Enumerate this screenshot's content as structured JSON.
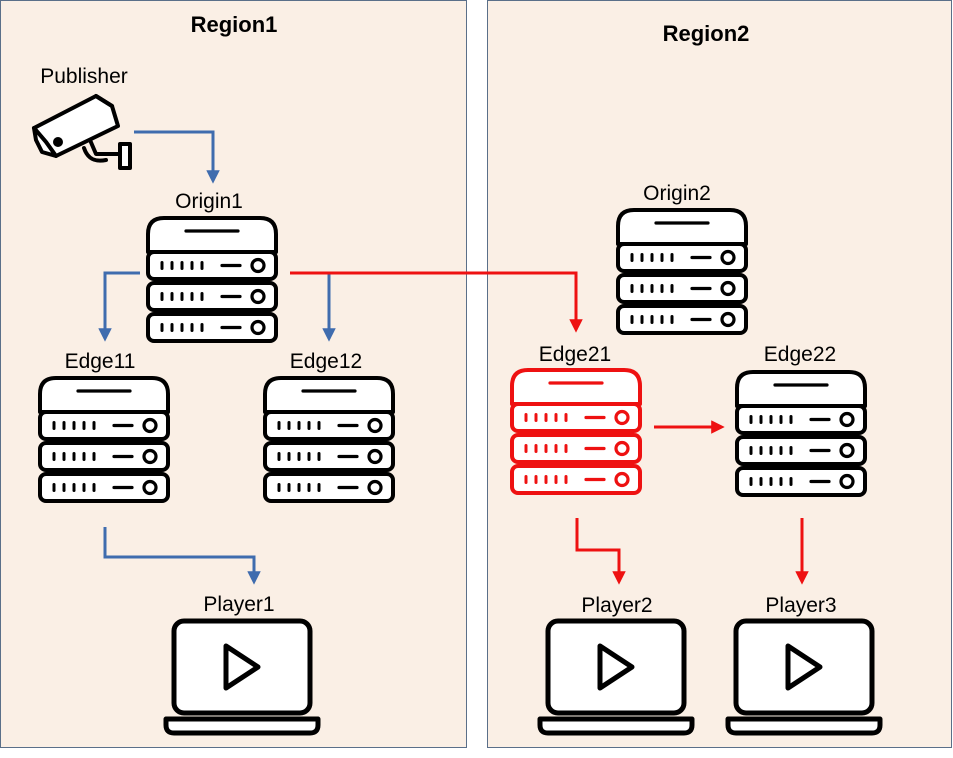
{
  "regions": [
    {
      "id": "region1",
      "title": "Region1"
    },
    {
      "id": "region2",
      "title": "Region2"
    }
  ],
  "nodes": {
    "publisher": {
      "label": "Publisher",
      "icon": "security-camera-icon"
    },
    "origin1": {
      "label": "Origin1",
      "icon": "server-icon"
    },
    "edge11": {
      "label": "Edge11",
      "icon": "server-icon"
    },
    "edge12": {
      "label": "Edge12",
      "icon": "server-icon"
    },
    "player1": {
      "label": "Player1",
      "icon": "laptop-play-icon"
    },
    "origin2": {
      "label": "Origin2",
      "icon": "server-icon"
    },
    "edge21": {
      "label": "Edge21",
      "icon": "server-icon",
      "highlighted": true
    },
    "edge22": {
      "label": "Edge22",
      "icon": "server-icon"
    },
    "player2": {
      "label": "Player2",
      "icon": "laptop-play-icon"
    },
    "player3": {
      "label": "Player3",
      "icon": "laptop-play-icon"
    }
  },
  "edges": [
    {
      "from": "publisher",
      "to": "origin1",
      "color": "#3f6cae"
    },
    {
      "from": "origin1",
      "to": "edge11",
      "color": "#3f6cae"
    },
    {
      "from": "origin1",
      "to": "edge12",
      "color": "#3f6cae"
    },
    {
      "from": "edge11",
      "to": "player1",
      "color": "#3f6cae"
    },
    {
      "from": "origin1",
      "to": "edge21",
      "color": "#ee1111"
    },
    {
      "from": "edge21",
      "to": "edge22",
      "color": "#ee1111"
    },
    {
      "from": "edge21",
      "to": "player2",
      "color": "#ee1111"
    },
    {
      "from": "edge22",
      "to": "player3",
      "color": "#ee1111"
    }
  ],
  "colors": {
    "region_fill": "#faefe5",
    "region_border": "#5a6f89",
    "blue_flow": "#3f6cae",
    "red_flow": "#ee1111",
    "icon_stroke": "#000000",
    "highlight_stroke": "#ee1111"
  }
}
